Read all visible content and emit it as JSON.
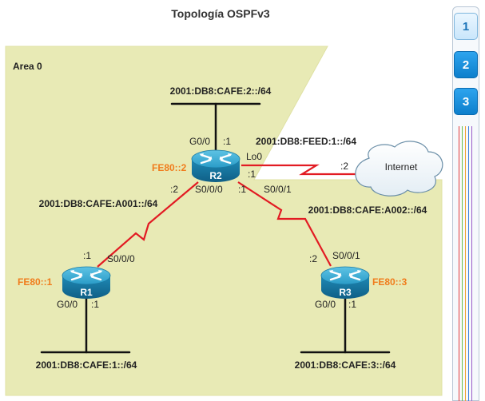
{
  "title": "Topología OSPFv3",
  "area_label": "Area 0",
  "nav": {
    "buttons": [
      "1",
      "2",
      "3"
    ],
    "active": 0
  },
  "routers": {
    "r1": {
      "name": "R1",
      "link_local": "FE80::1"
    },
    "r2": {
      "name": "R2",
      "link_local": "FE80::2"
    },
    "r3": {
      "name": "R3",
      "link_local": "FE80::3"
    }
  },
  "networks": {
    "lan_r2": "2001:DB8:CAFE:2::/64",
    "lan_r1": "2001:DB8:CAFE:1::/64",
    "lan_r3": "2001:DB8:CAFE:3::/64",
    "wan_r1_r2": "2001:DB8:CAFE:A001::/64",
    "wan_r2_r3": "2001:DB8:CAFE:A002::/64",
    "loopback": "2001:DB8:FEED:1::/64"
  },
  "interfaces": {
    "r2_g00": "G0/0",
    "r2_g00_host": ":1",
    "r2_lo0": "Lo0",
    "r2_lo0_host": ":1",
    "internet_host": ":2",
    "r2_s000": "S0/0/0",
    "r2_s000_host": ":2",
    "r2_s001": "S0/0/1",
    "r2_s001_host": ":1",
    "r1_s000": "S0/0/0",
    "r1_s000_host": ":1",
    "r1_g00": "G0/0",
    "r1_g00_host": ":1",
    "r3_s001": "S0/0/1",
    "r3_s001_host": ":2",
    "r3_g00": "G0/0",
    "r3_g00_host": ":1"
  },
  "internet_label": "Internet",
  "colors": {
    "area_fill": "#e8eab5",
    "serial_link": "#e21b23",
    "router_body": "#1e8bb4",
    "link_local_text": "#f07c1c"
  }
}
